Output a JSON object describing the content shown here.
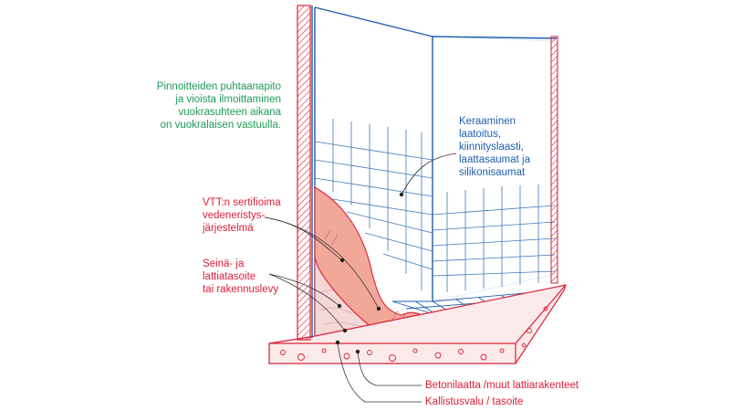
{
  "colors": {
    "blue": "#1f5fae",
    "red": "#d8203a",
    "green": "#1f9a5a",
    "membrane": "#f2a898",
    "wall_board": "#f4d8d8"
  },
  "labels": {
    "maintenance": [
      "Pinnoitteiden puhtaanapito",
      "ja vioista ilmoittaminen",
      "vuokrasuhteen aikana",
      "on vuokralaisen vastuulla."
    ],
    "ceramic": [
      "Keraaminen",
      "laatoitus,",
      "kiinnityslaasti,",
      "laattasaumat ja",
      "silikonisaumat"
    ],
    "vtt": [
      "VTT:n sertifioima",
      "vedeneristys-",
      "järjestelmä"
    ],
    "wall_floor": [
      "Seinä- ja",
      "lattiatasoite",
      "tai rakennuslevy"
    ],
    "concrete": "Betonilaatta /muut lattiarakenteet",
    "screed": "Kallistusvalu / tasoite"
  }
}
